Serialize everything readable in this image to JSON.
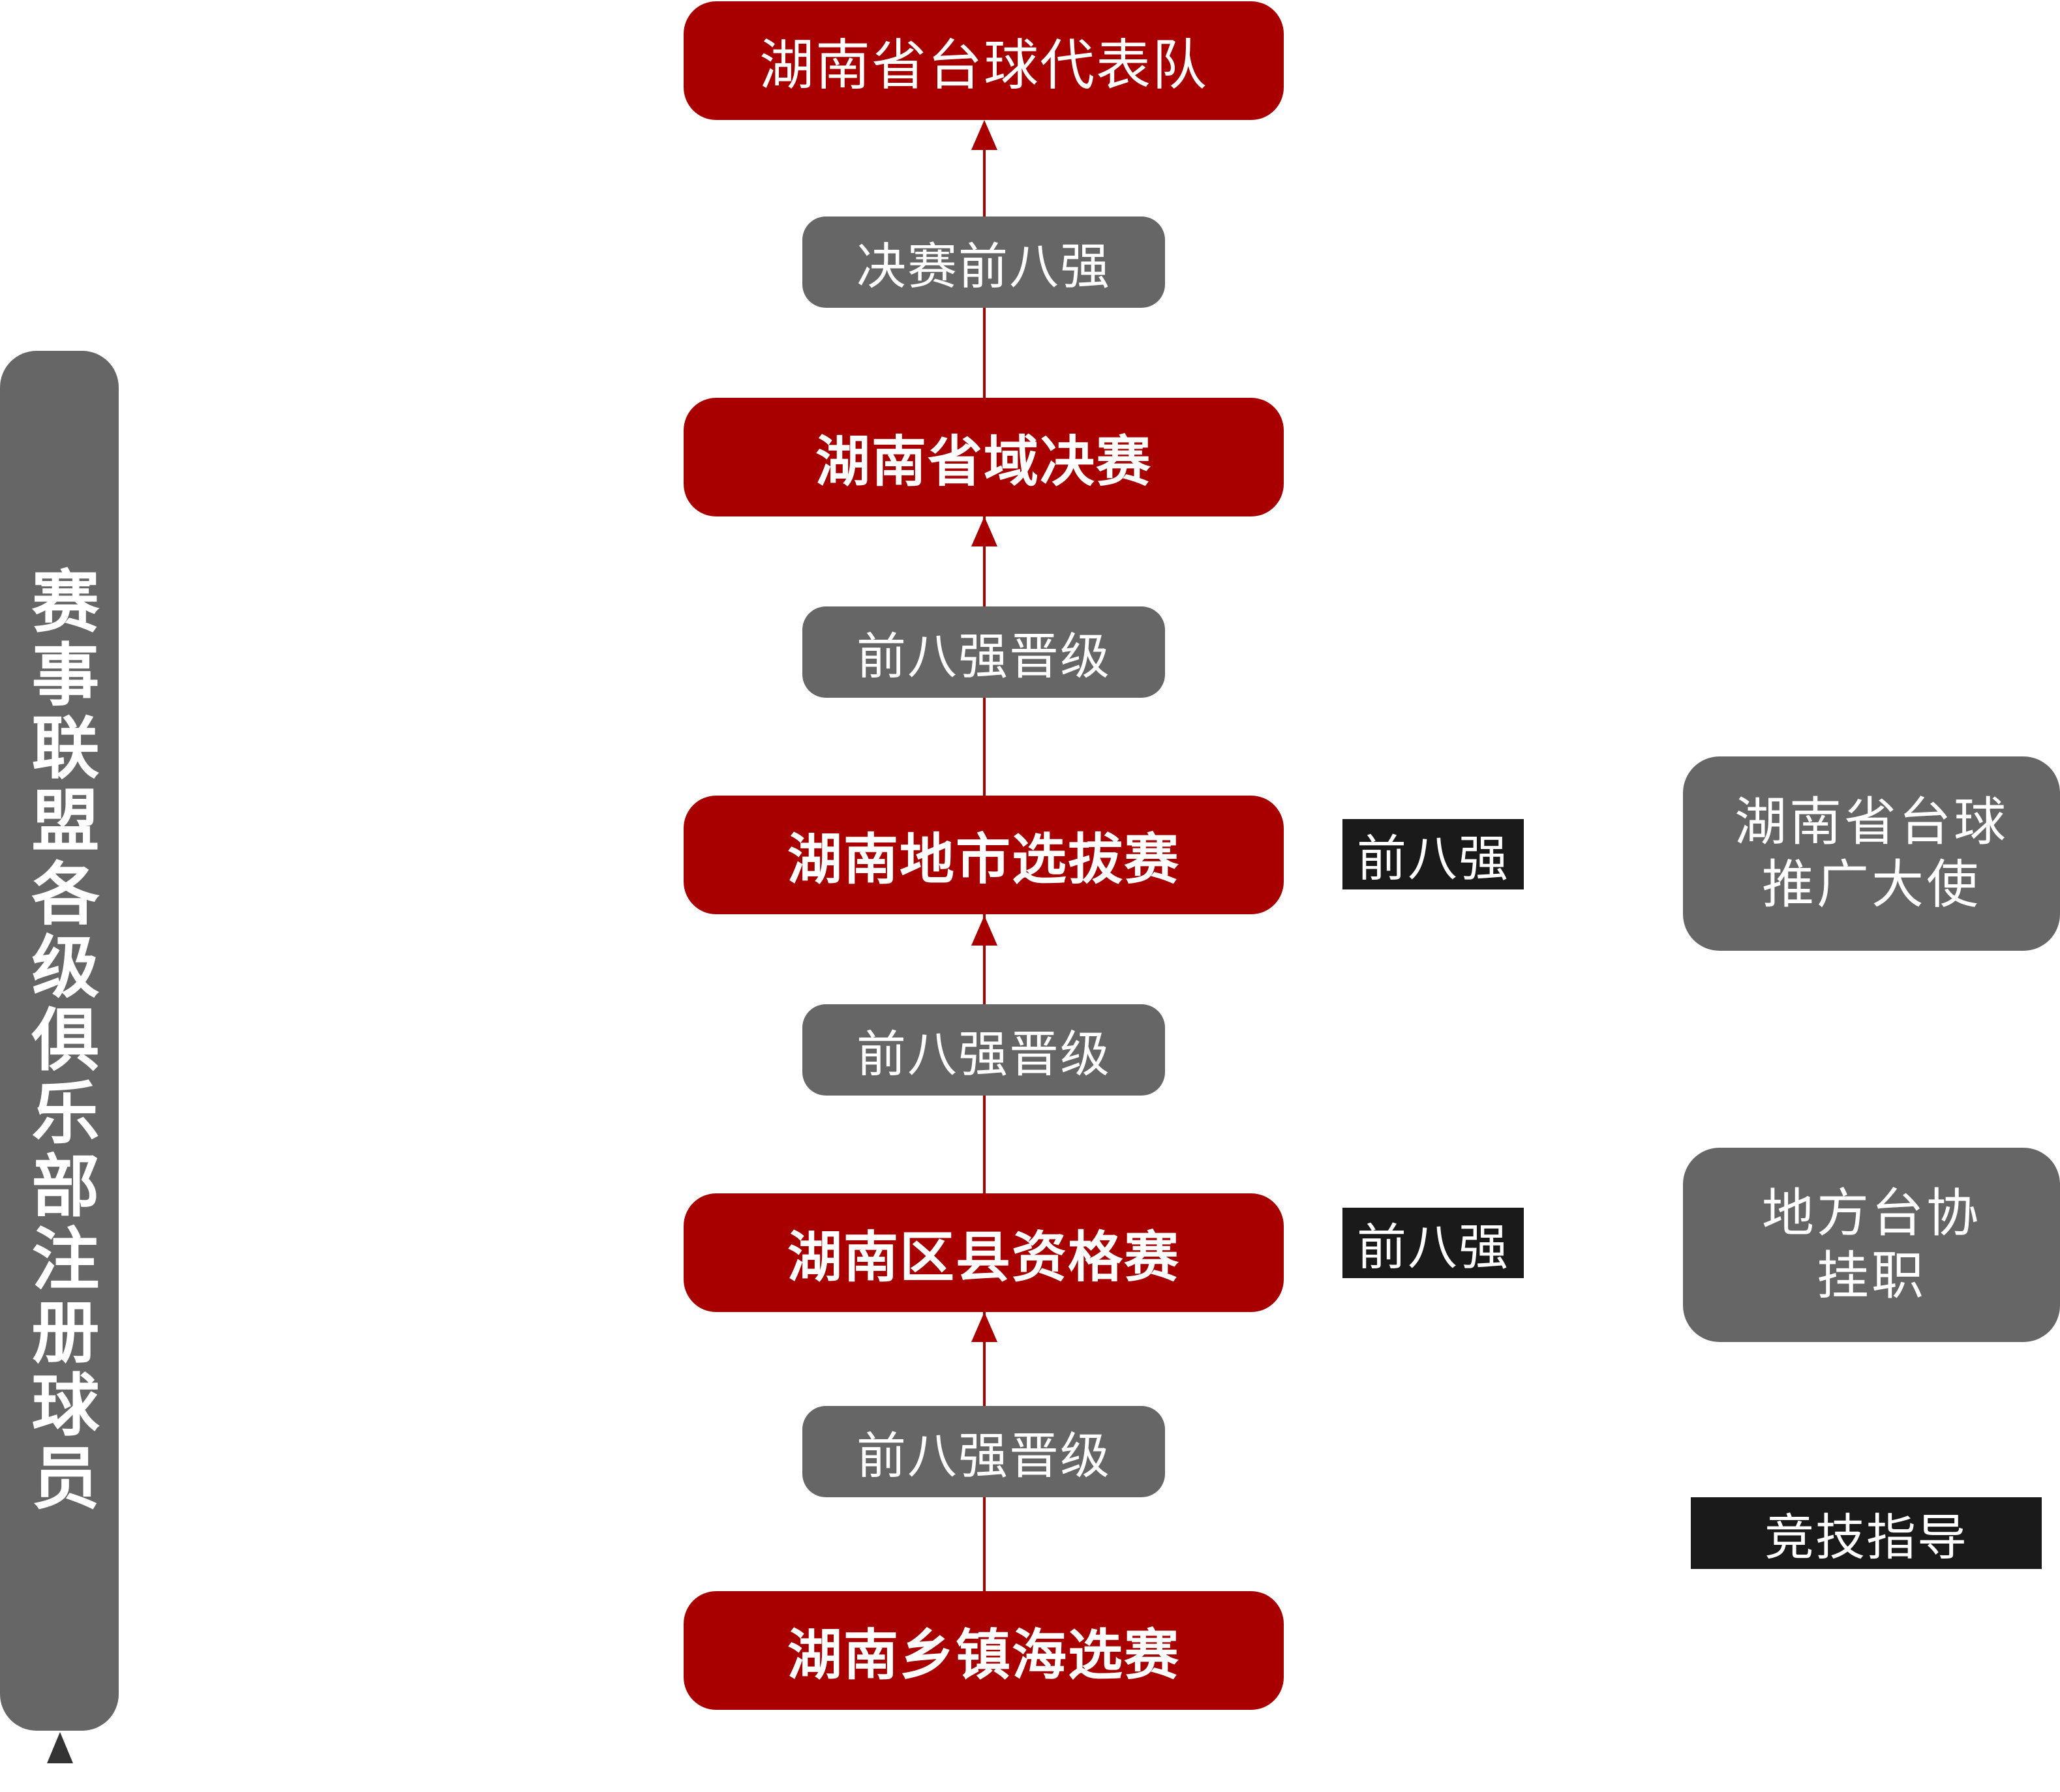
{
  "colors": {
    "stage_red": "#a80000",
    "pill_grey": "#666666",
    "tag_black": "#1a1a1a",
    "text_white": "#ffffff"
  },
  "stages": [
    {
      "label": "湖南省台球代表队"
    },
    {
      "label": "湖南省域决赛"
    },
    {
      "label": "湖南地市选拔赛"
    },
    {
      "label": "湖南区县资格赛"
    },
    {
      "label": "湖南乡镇海选赛"
    }
  ],
  "pills": [
    {
      "label": "决赛前八强"
    },
    {
      "label": "前八强晋级"
    },
    {
      "label": "前八强晋级"
    },
    {
      "label": "前八强晋级"
    }
  ],
  "tags": [
    {
      "label": "前八强"
    },
    {
      "label": "前八强"
    },
    {
      "label": "竞技指导"
    }
  ],
  "roles": [
    {
      "line1": "湖南省台球",
      "line2": "推广大使"
    },
    {
      "line1": "地方台协",
      "line2": "挂职"
    }
  ],
  "left_bar": {
    "label": "赛事联盟各级俱乐部注册球员"
  }
}
